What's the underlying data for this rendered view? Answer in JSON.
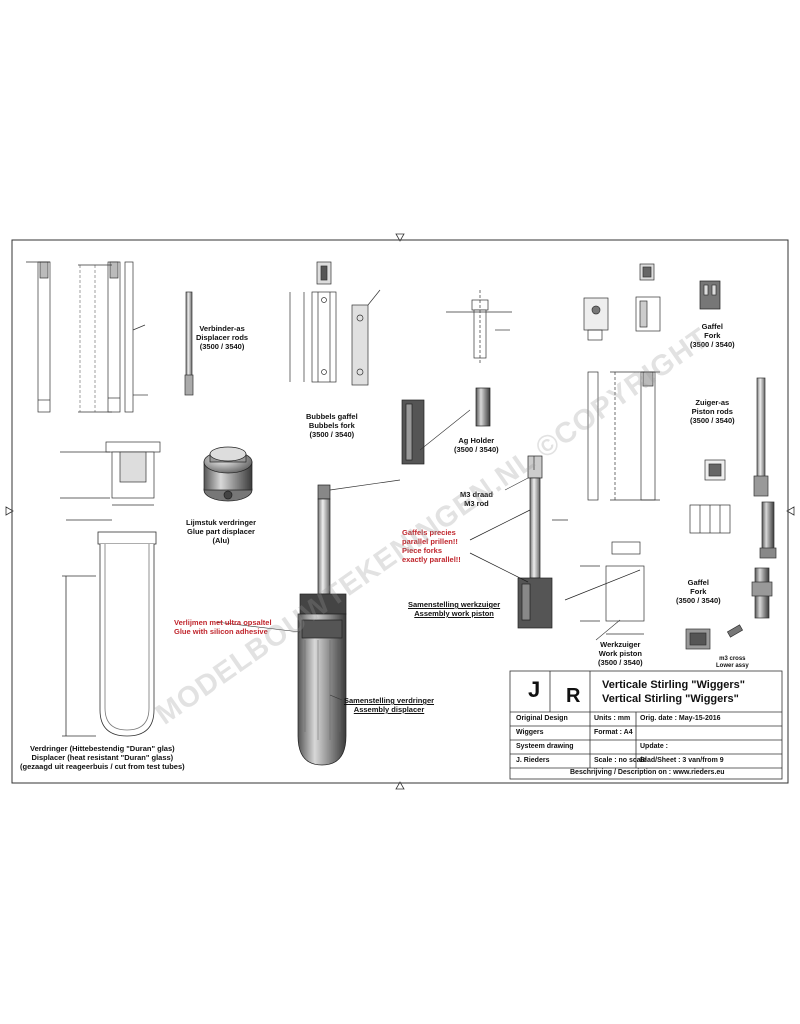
{
  "labels": {
    "rod_displacer": [
      "Verbinder-as",
      "Displacer rods",
      "(3500 / 3540)"
    ],
    "bubble_plate": [
      "Bubbels gaffel",
      "Bubbels fork",
      "(3500 / 3540)"
    ],
    "ag_holder": [
      "Ag Holder",
      "(3500 / 3540)"
    ],
    "gaffel_fork": [
      "Gaffel",
      "Fork",
      "(3500 / 3540)"
    ],
    "zuiger_piston": [
      "Zuiger-as",
      "Piston rods",
      "(3500 / 3540)"
    ],
    "lijmstuk": [
      "Lijmstuk verdringer",
      "Glue part displacer",
      "(Alu)"
    ],
    "mil_draad": [
      "M3 draad",
      "M3 rod"
    ],
    "glue_red": [
      "Verlijmen met ultra opsaltel",
      "Glue with silicon adhesive"
    ],
    "gaffel_pieces_red": [
      "Gaffels precies",
      "parallel prillen!!",
      "Piece forks",
      "exactly parallel!!"
    ],
    "samenstelling_werk": [
      "Samenstelling werkzuiger",
      "Assembly work piston"
    ],
    "werkzuiger": [
      "Werkzuiger",
      "Work piston",
      "(3500 / 3540)"
    ],
    "gaffel_fork2": [
      "Gaffel",
      "Fork",
      "(3500 / 3540)"
    ],
    "samenstelling_verdr": [
      "Samenstelling verdringer",
      "Assembly displacer"
    ],
    "glass_tube": [
      "Verdringer (Hittebestendig \"Duran\" glas)",
      "Displacer (heat resistant \"Duran\" glass)",
      "(gezaagd uit reageerbuis / cut from test tubes)"
    ],
    "small_part": [
      "m3 cross",
      "Lower assy"
    ]
  },
  "title_block": {
    "logo_j": "J",
    "logo_r": "R",
    "title_nl": "Verticale Stirling \"Wiggers\"",
    "title_en": "Vertical Stirling \"Wiggers\"",
    "original_design": "Original Design",
    "original_name": "Wiggers",
    "system_drawing": "Systeem drawing",
    "system_name": "J. Rieders",
    "units": "Units : mm",
    "format": "Format : A4",
    "scale": "Scale : no scale",
    "orig_date": "Orig. date : May-15-2016",
    "update": "Update :",
    "sheet": "Blad/Sheet : 3 van/from 9",
    "footer": "Beschrijving / Description on : www.rieders.eu"
  },
  "watermark": "MODELBOUWTEKENINGEN.NL ©COPYRIGHT",
  "colors": {
    "ink": "#222222",
    "red": "#c0262d",
    "metal": "#8e8e8e"
  }
}
